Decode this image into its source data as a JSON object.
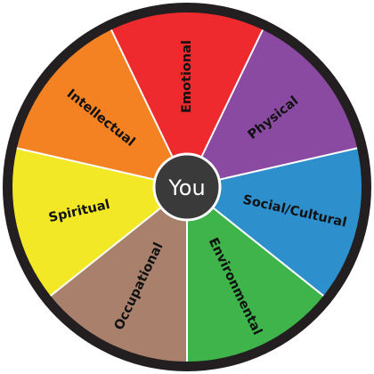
{
  "wheel": {
    "center": {
      "label": "You",
      "fill": "#3a3a3a",
      "stroke": "#ffffff",
      "text_color": "#ffffff"
    },
    "rim_color": "#231f20",
    "divider_color": "#ffffff",
    "segments": [
      {
        "key": "emotional",
        "label": "Emotional",
        "color": "#ee2a2e"
      },
      {
        "key": "physical",
        "label": "Physical",
        "color": "#8a4aa2"
      },
      {
        "key": "social-cultural",
        "label": "Social/Cultural",
        "color": "#2d90cd"
      },
      {
        "key": "environmental",
        "label": "Environmental",
        "color": "#3fb44a"
      },
      {
        "key": "occupational",
        "label": "Occupational",
        "color": "#a8806c"
      },
      {
        "key": "spiritual",
        "label": "Spiritual",
        "color": "#f2e826"
      },
      {
        "key": "intellectual",
        "label": "Intellectual",
        "color": "#f48222"
      }
    ]
  }
}
